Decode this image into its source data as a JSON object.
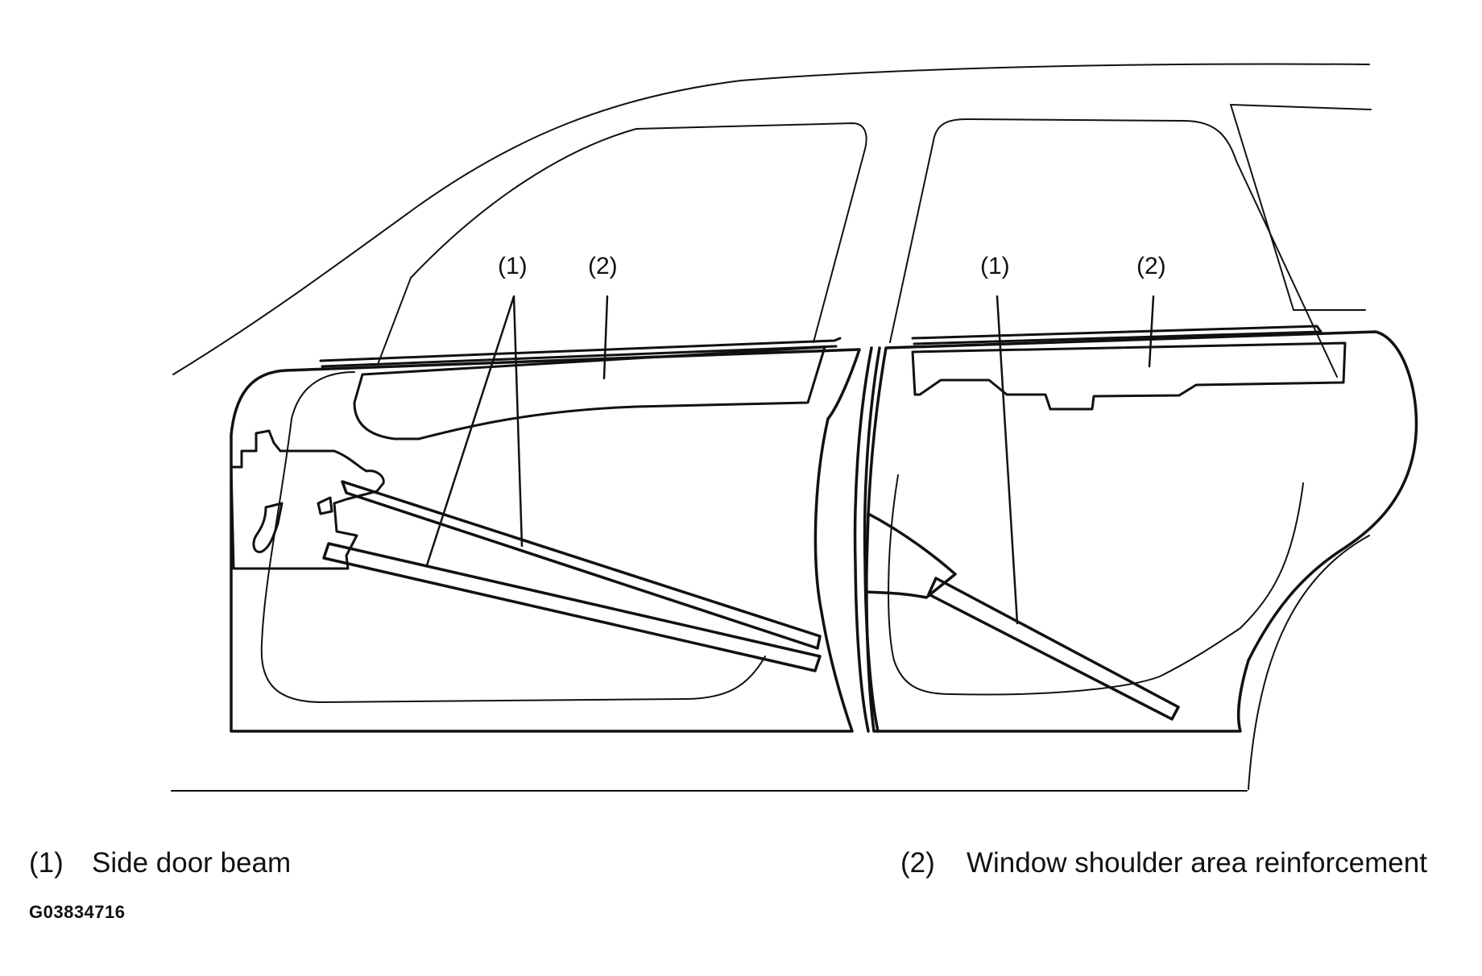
{
  "callouts": {
    "front_beam": "(1)",
    "front_reinforcement": "(2)",
    "rear_beam": "(1)",
    "rear_reinforcement": "(2)"
  },
  "legend": [
    {
      "number": "(1)",
      "label": "Side door beam"
    },
    {
      "number": "(2)",
      "label": "Window shoulder area reinforcement"
    }
  ],
  "figure_id": "G03834716"
}
